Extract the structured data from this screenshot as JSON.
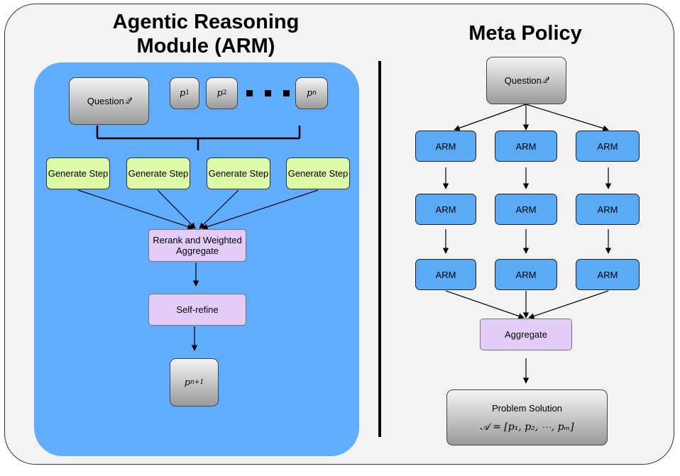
{
  "titles": {
    "arm_line1": "Agentic Reasoning",
    "arm_line2": "Module (ARM)",
    "meta": "Meta Policy"
  },
  "arm": {
    "question_text": "Question ",
    "question_symbol": "𝒬",
    "p1_base": "p",
    "p1_sub": "1",
    "p2_base": "p",
    "p2_sub": "2",
    "pn_base": "p",
    "pn_sub": "n",
    "gen1": "Generate Step",
    "gen2": "Generate Step",
    "gen3": "Generate Step",
    "gen4": "Generate Step",
    "rerank": "Rerank and Weighted Aggregate",
    "refine": "Self-refine",
    "pnext_base": "p",
    "pnext_sub": "n+1"
  },
  "meta": {
    "question_text": "Question ",
    "question_symbol": "𝒬",
    "arm_label": "ARM",
    "aggregate": "Aggregate",
    "solution_title": "Problem Solution",
    "solution_formula": "𝒜 = [p₁, p₂, ⋯, pₘ]"
  },
  "colors": {
    "panel_bg": "#f3f3f3",
    "arm_panel": "#60acff",
    "generate_box": "#ddfaa6",
    "purple_box": "#e3ccf7",
    "arm_box": "#5aaaf6"
  }
}
